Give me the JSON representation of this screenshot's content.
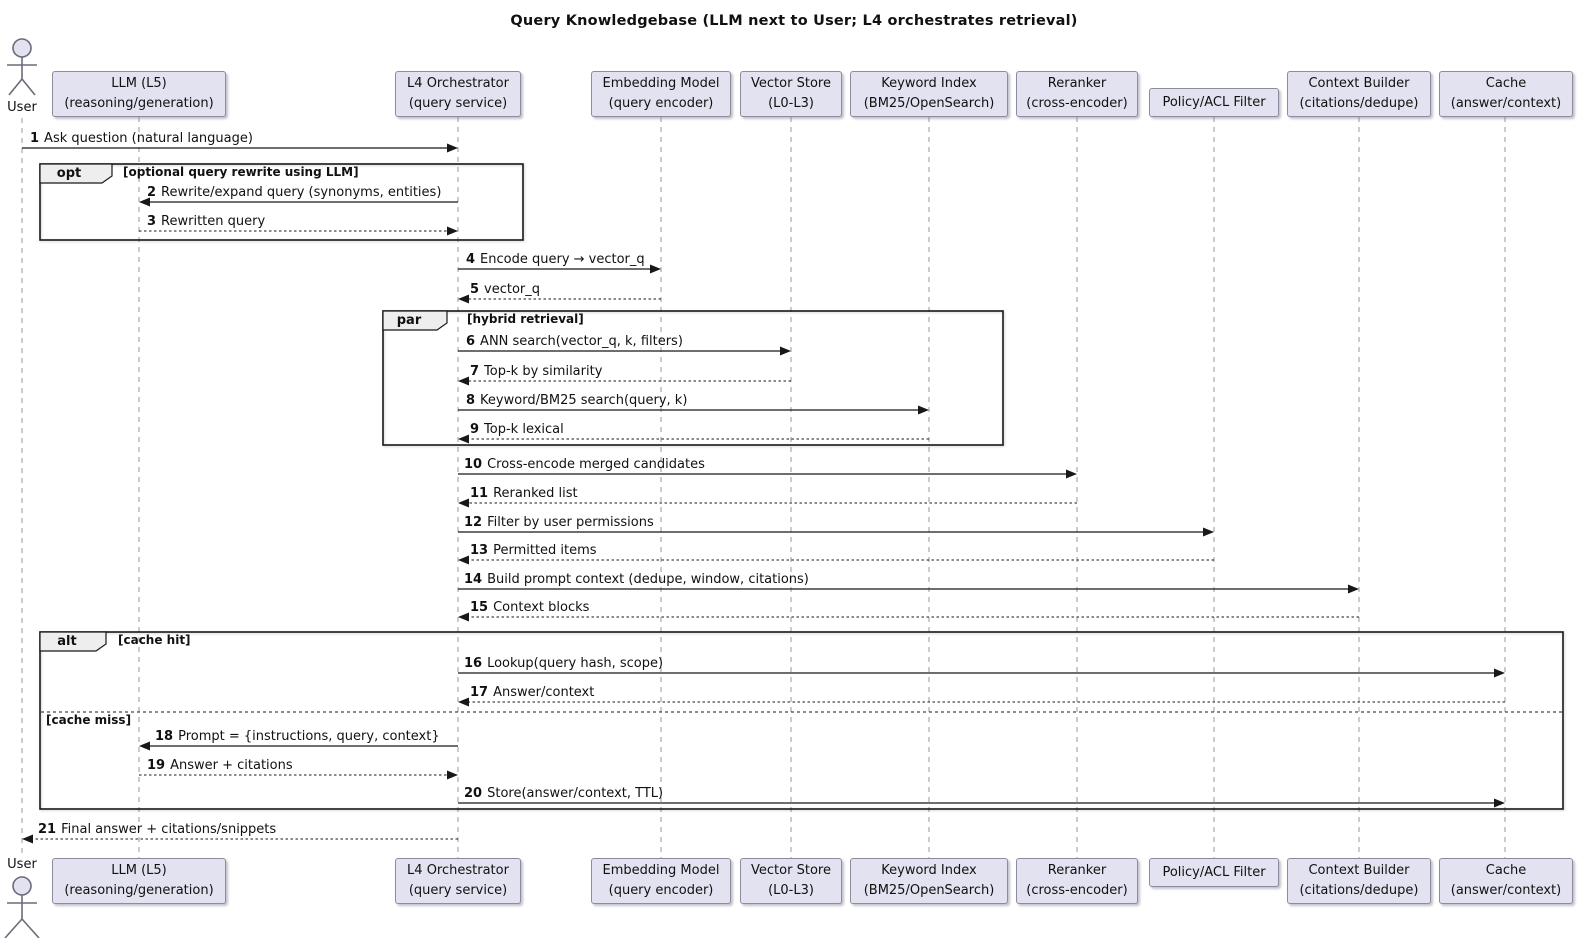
{
  "title": "Query Knowledgebase (LLM next to User; L4 orchestrates retrieval)",
  "participants": [
    {
      "id": "user",
      "line1": "User",
      "type": "actor"
    },
    {
      "id": "llm",
      "line1": "LLM (L5)",
      "line2": "(reasoning/generation)"
    },
    {
      "id": "l4",
      "line1": "L4 Orchestrator",
      "line2": "(query service)"
    },
    {
      "id": "embedding",
      "line1": "Embedding Model",
      "line2": "(query encoder)"
    },
    {
      "id": "vector_store",
      "line1": "Vector Store",
      "line2": "(L0-L3)"
    },
    {
      "id": "keyword_index",
      "line1": "Keyword Index",
      "line2": "(BM25/OpenSearch)"
    },
    {
      "id": "reranker",
      "line1": "Reranker",
      "line2": "(cross-encoder)"
    },
    {
      "id": "policy",
      "line1": "Policy/ACL Filter"
    },
    {
      "id": "context_builder",
      "line1": "Context Builder",
      "line2": "(citations/dedupe)"
    },
    {
      "id": "cache",
      "line1": "Cache",
      "line2": "(answer/context)"
    }
  ],
  "frames": {
    "opt": {
      "label": "opt",
      "guard": "[optional query rewrite using LLM]"
    },
    "par": {
      "label": "par",
      "guard": "[hybrid retrieval]"
    },
    "alt": {
      "label": "alt",
      "guard": "[cache hit]",
      "else_guard": "[cache miss]"
    }
  },
  "messages": [
    {
      "num": "1",
      "text": "Ask question (natural language)",
      "from": "user",
      "to": "l4",
      "line": "solid"
    },
    {
      "num": "2",
      "text": "Rewrite/expand query (synonyms, entities)",
      "from": "l4",
      "to": "llm",
      "line": "solid"
    },
    {
      "num": "3",
      "text": "Rewritten query",
      "from": "llm",
      "to": "l4",
      "line": "dotted"
    },
    {
      "num": "4",
      "text": "Encode query → vector_q",
      "from": "l4",
      "to": "embedding",
      "line": "solid"
    },
    {
      "num": "5",
      "text": "vector_q",
      "from": "embedding",
      "to": "l4",
      "line": "dotted"
    },
    {
      "num": "6",
      "text": "ANN search(vector_q, k, filters)",
      "from": "l4",
      "to": "vector_store",
      "line": "solid"
    },
    {
      "num": "7",
      "text": "Top-k by similarity",
      "from": "vector_store",
      "to": "l4",
      "line": "dotted"
    },
    {
      "num": "8",
      "text": "Keyword/BM25 search(query, k)",
      "from": "l4",
      "to": "keyword_index",
      "line": "solid"
    },
    {
      "num": "9",
      "text": "Top-k lexical",
      "from": "keyword_index",
      "to": "l4",
      "line": "dotted"
    },
    {
      "num": "10",
      "text": "Cross-encode merged candidates",
      "from": "l4",
      "to": "reranker",
      "line": "solid"
    },
    {
      "num": "11",
      "text": "Reranked list",
      "from": "reranker",
      "to": "l4",
      "line": "dotted"
    },
    {
      "num": "12",
      "text": "Filter by user permissions",
      "from": "l4",
      "to": "policy",
      "line": "solid"
    },
    {
      "num": "13",
      "text": "Permitted items",
      "from": "policy",
      "to": "l4",
      "line": "dotted"
    },
    {
      "num": "14",
      "text": "Build prompt context (dedupe, window, citations)",
      "from": "l4",
      "to": "context_builder",
      "line": "solid"
    },
    {
      "num": "15",
      "text": "Context blocks",
      "from": "context_builder",
      "to": "l4",
      "line": "dotted"
    },
    {
      "num": "16",
      "text": "Lookup(query hash, scope)",
      "from": "l4",
      "to": "cache",
      "line": "solid"
    },
    {
      "num": "17",
      "text": "Answer/context",
      "from": "cache",
      "to": "l4",
      "line": "dotted"
    },
    {
      "num": "18",
      "text": "Prompt = {instructions, query, context}",
      "from": "l4",
      "to": "llm",
      "line": "solid"
    },
    {
      "num": "19",
      "text": "Answer + citations",
      "from": "llm",
      "to": "l4",
      "line": "dotted"
    },
    {
      "num": "20",
      "text": "Store(answer/context, TTL)",
      "from": "l4",
      "to": "cache",
      "line": "solid"
    },
    {
      "num": "21",
      "text": "Final answer + citations/snippets",
      "from": "l4",
      "to": "user",
      "line": "dotted"
    }
  ],
  "colors": {
    "participant_fill": "#E2E2F0",
    "participant_border": "#8C8CA0",
    "frame_border": "#181818",
    "frame_label_fill": "#EEEEEE",
    "lifeline": "#999999",
    "arrow": "#181818",
    "background": "#FFFFFF"
  }
}
